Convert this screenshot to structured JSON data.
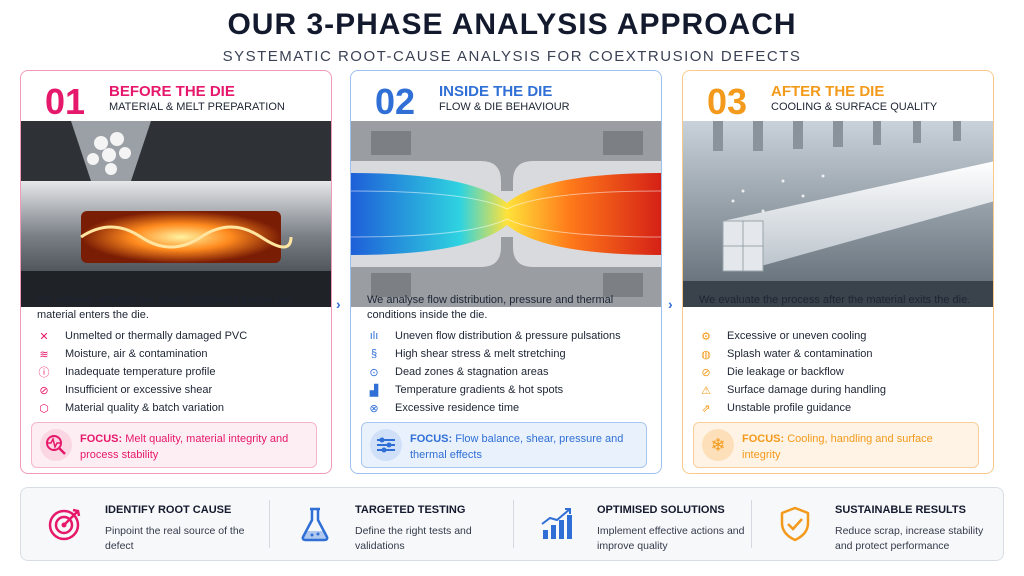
{
  "header": {
    "title": "OUR 3-PHASE ANALYSIS APPROACH",
    "subtitle": "SYSTEMATIC ROOT-CAUSE ANALYSIS FOR COEXTRUSION DEFECTS"
  },
  "colors": {
    "phase1": "#e6186b",
    "phase2": "#2f6fd6",
    "phase3": "#f39a1c"
  },
  "phases": [
    {
      "number": "01",
      "title": "BEFORE THE DIE",
      "subtitle": "MATERIAL & MELT PREPARATION",
      "intro": "We analyse whether the defect originates before the material enters the die.",
      "items": [
        {
          "icon": "melt-icon",
          "text": "Unmelted or thermally damaged PVC"
        },
        {
          "icon": "moisture-icon",
          "text": "Moisture, air & contamination"
        },
        {
          "icon": "thermometer-icon",
          "text": "Inadequate temperature profile"
        },
        {
          "icon": "shear-icon",
          "text": "Insufficient or excessive shear"
        },
        {
          "icon": "cube-icon",
          "text": "Material quality & batch variation"
        }
      ],
      "focus_label": "FOCUS:",
      "focus_text": "Melt quality, material integrity and process stability"
    },
    {
      "number": "02",
      "title": "INSIDE THE DIE",
      "subtitle": "FLOW & DIE BEHAVIOUR",
      "intro": "We analyse flow distribution, pressure and thermal conditions inside the die.",
      "items": [
        {
          "icon": "flow-icon",
          "text": "Uneven flow distribution & pressure pulsations"
        },
        {
          "icon": "shear-stress-icon",
          "text": "High shear stress & melt stretching"
        },
        {
          "icon": "dead-zone-icon",
          "text": "Dead zones & stagnation areas"
        },
        {
          "icon": "gradient-icon",
          "text": "Temperature gradients & hot spots"
        },
        {
          "icon": "clock-icon",
          "text": "Excessive residence time"
        }
      ],
      "focus_label": "FOCUS:",
      "focus_text": "Flow balance, shear, pressure and thermal effects"
    },
    {
      "number": "03",
      "title": "AFTER THE DIE",
      "subtitle": "COOLING & SURFACE QUALITY",
      "intro": "We evaluate the process after the material exits the die.",
      "items": [
        {
          "icon": "cooling-icon",
          "text": "Excessive or uneven cooling"
        },
        {
          "icon": "splash-icon",
          "text": "Splash water & contamination"
        },
        {
          "icon": "leak-icon",
          "text": "Die leakage or backflow"
        },
        {
          "icon": "handling-icon",
          "text": "Surface damage during handling"
        },
        {
          "icon": "guidance-icon",
          "text": "Unstable profile guidance"
        }
      ],
      "focus_label": "FOCUS:",
      "focus_text": "Cooling, handling and surface integrity"
    }
  ],
  "benefits": [
    {
      "icon": "target-icon",
      "title": "IDENTIFY ROOT CAUSE",
      "desc": "Pinpoint the real source of the defect"
    },
    {
      "icon": "flask-icon",
      "title": "TARGETED TESTING",
      "desc": "Define the right tests and validations"
    },
    {
      "icon": "growth-chart-icon",
      "title": "OPTIMISED SOLUTIONS",
      "desc": "Implement effective actions and improve quality"
    },
    {
      "icon": "shield-check-icon",
      "title": "SUSTAINABLE RESULTS",
      "desc": "Reduce scrap, increase stability and protect performance"
    }
  ]
}
